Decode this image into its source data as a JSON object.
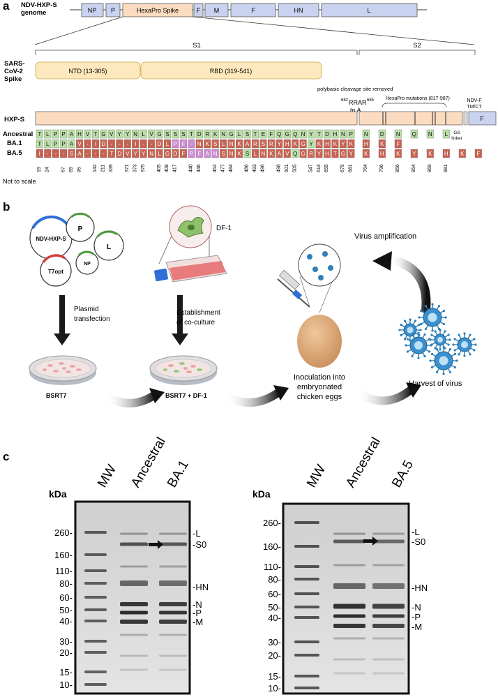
{
  "panel_a": {
    "label": "a",
    "genome_label": [
      "NDV-HXP-S",
      "genome"
    ],
    "genome_segments": [
      "NP",
      "P",
      "HexaPro Spike",
      "F",
      "M",
      "F",
      "HN",
      "L"
    ],
    "s1_label": "S1",
    "s2_label": "S2",
    "spike_label": [
      "SARS-",
      "CoV-2",
      "Spike"
    ],
    "ntd_label": "NTD (13-305)",
    "rbd_label": "RBD (319-541)",
    "polybasic_note": "polybasic cleavage site removed",
    "rrar_sup1": "682",
    "rrar_text": "RRAR",
    "rrar_sup2": "685",
    "rrar_to": "to A",
    "hexapro_note": "HexaPro mutations (817-987)",
    "tmct_label": [
      "NDV-F",
      "TM/CT"
    ],
    "f_label": "F",
    "hxps_label": "HXP-S",
    "gs_label": [
      "GS",
      "linker"
    ],
    "variant_names": [
      "Ancestral",
      "BA.1",
      "BA.5"
    ],
    "positions": [
      "19",
      "24",
      "67",
      "69",
      "95",
      "142",
      "211",
      "339",
      "371",
      "373",
      "375",
      "405",
      "408",
      "417",
      "440",
      "446",
      "452",
      "477",
      "484",
      "486",
      "493",
      "496",
      "498",
      "501",
      "505",
      "547",
      "614",
      "655",
      "679",
      "681",
      "764",
      "796",
      "856",
      "954",
      "969",
      "981"
    ],
    "ancestral": [
      "T",
      "L",
      "P",
      "P",
      "A",
      "H",
      "V",
      "T",
      "G",
      "V",
      "Y",
      "Y",
      "N",
      "L",
      "V",
      "G",
      "S",
      "S",
      "S",
      "T",
      "D",
      "R",
      "K",
      "N",
      "G",
      "L",
      "S",
      "T",
      "E",
      "F",
      "Q",
      "G",
      "Q",
      "N",
      "Y",
      "T",
      "D",
      "H",
      "N",
      "P",
      "N",
      "D",
      "N",
      "Q",
      "N",
      "L"
    ],
    "ba1": [
      "T",
      "L",
      "P",
      "P",
      "A",
      "V",
      "-",
      "I",
      "D",
      "-",
      "-",
      "-",
      "I",
      "-",
      "-",
      "D",
      "L",
      "P",
      "F",
      "-",
      "N",
      "K",
      "S",
      "L",
      "N",
      "K",
      "A",
      "R",
      "S",
      "R",
      "Y",
      "H",
      "K",
      "G",
      "Y",
      "K",
      "H",
      "K",
      "Y",
      "K",
      "H",
      "K",
      "F"
    ],
    "ba5": [
      "I",
      "-",
      "-",
      "-",
      "S",
      "A",
      "-",
      "-",
      "-",
      "T",
      "D",
      "V",
      "Y",
      "Y",
      "N",
      "L",
      "G",
      "D",
      "F",
      "P",
      "F",
      "A",
      "N",
      "S",
      "N",
      "K",
      "S",
      "L",
      "N",
      "K",
      "A",
      "V",
      "Q",
      "G",
      "R",
      "Y",
      "H",
      "T",
      "G",
      "Y",
      "K",
      "H",
      "K",
      "Y",
      "K",
      "H",
      "K",
      "F"
    ],
    "footnote": "Not to scale"
  },
  "panel_b": {
    "label": "b",
    "plasmids": [
      "NDV-HXP-S",
      "P",
      "L",
      "NP",
      "T7opt"
    ],
    "df1_label": "DF-1",
    "step_transfection": [
      "Plasmid",
      "transfection"
    ],
    "step_coculture": [
      "Establishment",
      "of co-culture"
    ],
    "dish1_label": "BSRT7",
    "dish2_label": "BSRT7 + DF-1",
    "egg_label": [
      "Inoculation into",
      "embryonated",
      "chicken eggs"
    ],
    "amplification_label": "Virus amplification",
    "harvest_label": "Harvest of virus"
  },
  "panel_c": {
    "label": "c",
    "gels": [
      {
        "kda": "kDa",
        "lanes": [
          "MW",
          "Ancestral",
          "BA.1"
        ],
        "markers": [
          "260-",
          "160-",
          "110-",
          "80-",
          "60-",
          "50-",
          "40-",
          "30-",
          "20-",
          "15-",
          "10-"
        ],
        "bands": [
          "-L",
          "-S0",
          "-HN",
          "-N",
          "-P",
          "-M"
        ]
      },
      {
        "kda": "kDa",
        "lanes": [
          "MW",
          "Ancestral",
          "BA.5"
        ],
        "markers": [
          "260-",
          "160-",
          "110-",
          "80-",
          "60-",
          "50-",
          "40-",
          "30-",
          "20-",
          "15-",
          "10-"
        ],
        "bands": [
          "-L",
          "-S0",
          "-HN",
          "-N",
          "-P",
          "-M"
        ]
      }
    ]
  },
  "colors": {
    "seg_blue": "#c9d2ee",
    "spike_orange": "#fbdcc0",
    "domain_yellow": "#fde9bd",
    "wt_green": "#b9e0a5",
    "mut_red": "#c9614e",
    "mut_purple": "#cf8ad2",
    "gel_bg": "#d9d9d9"
  }
}
